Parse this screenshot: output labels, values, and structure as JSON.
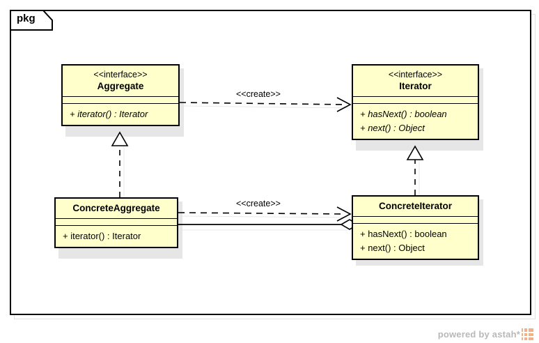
{
  "diagram": {
    "type": "UML Class Diagram",
    "package_label": "pkg",
    "classes": [
      {
        "id": "aggregate",
        "stereotype": "<<interface>>",
        "name": "Aggregate",
        "attributes": [],
        "operations": [
          "+ iterator() : Iterator"
        ],
        "abstract": true
      },
      {
        "id": "iterator",
        "stereotype": "<<interface>>",
        "name": "Iterator",
        "attributes": [],
        "operations": [
          "+ hasNext() : boolean",
          "+ next() : Object"
        ],
        "abstract": true
      },
      {
        "id": "concrete-aggregate",
        "stereotype": "",
        "name": "ConcreteAggregate",
        "attributes": [],
        "operations": [
          "+ iterator() : Iterator"
        ],
        "abstract": false
      },
      {
        "id": "concrete-iterator",
        "stereotype": "",
        "name": "ConcreteIterator",
        "attributes": [],
        "operations": [
          "+ hasNext() : boolean",
          "+ next() : Object"
        ],
        "abstract": false
      }
    ],
    "relationships": [
      {
        "id": "dep-aggregate-iterator",
        "kind": "dependency",
        "from": "Aggregate",
        "to": "Iterator",
        "label": "<<create>>"
      },
      {
        "id": "dep-concrete-aggregate-concrete-iterator",
        "kind": "dependency",
        "from": "ConcreteAggregate",
        "to": "ConcreteIterator",
        "label": "<<create>>"
      },
      {
        "id": "real-concrete-aggregate-aggregate",
        "kind": "realization",
        "from": "ConcreteAggregate",
        "to": "Aggregate",
        "label": ""
      },
      {
        "id": "real-concrete-iterator-iterator",
        "kind": "realization",
        "from": "ConcreteIterator",
        "to": "Iterator",
        "label": ""
      },
      {
        "id": "agg-concrete-aggregate-concrete-iterator",
        "kind": "aggregation",
        "from": "ConcreteAggregate",
        "to": "ConcreteIterator",
        "label": ""
      }
    ],
    "colors": {
      "class_fill": "#FFFFCC",
      "class_border": "#000000",
      "shadow": "#E6E6E6",
      "canvas": "#FFFFFF",
      "watermark_text": "#B8B8B8",
      "watermark_logo": "#F4B183"
    }
  },
  "watermark": {
    "text": "powered by astah*"
  }
}
